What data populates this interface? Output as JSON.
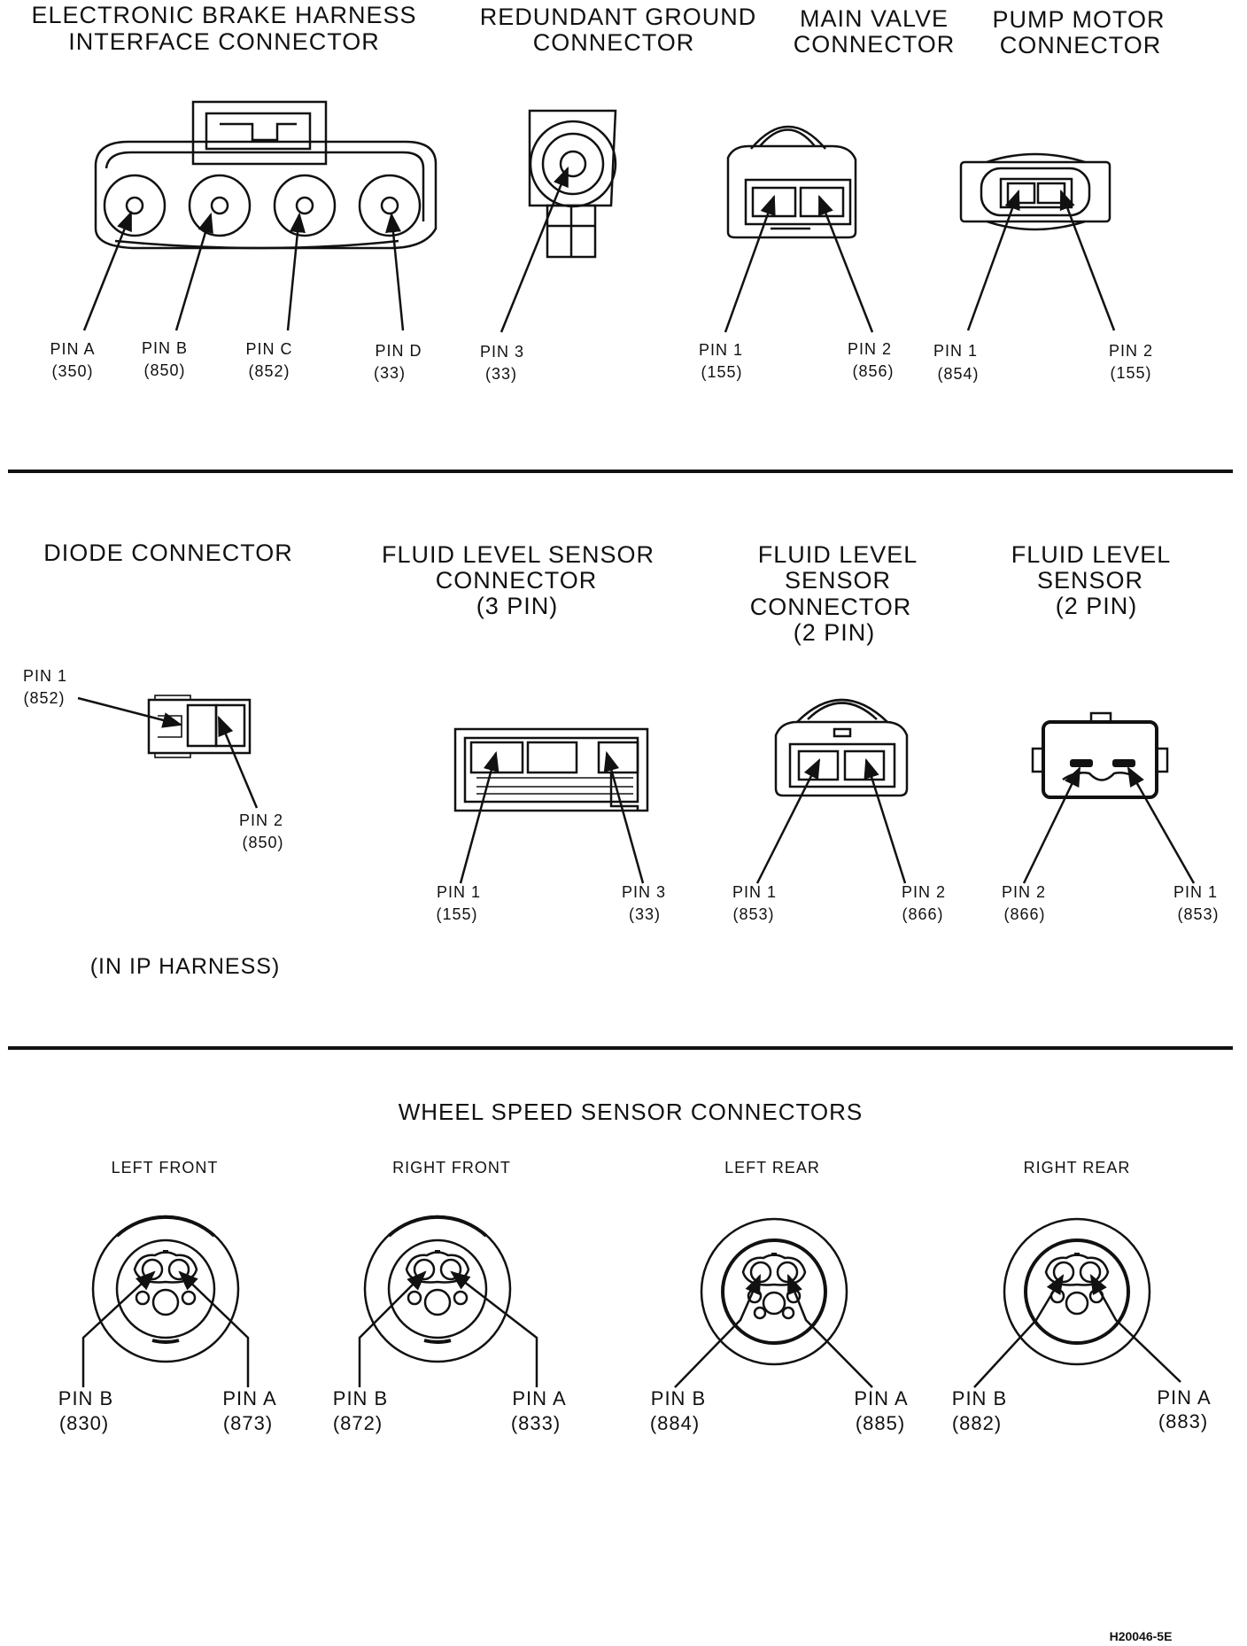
{
  "top": {
    "brake_title": [
      "ELECTRONIC BRAKE HARNESS",
      "INTERFACE CONNECTOR"
    ],
    "ground_title": [
      "REDUNDANT GROUND",
      "CONNECTOR"
    ],
    "valve_title": [
      "MAIN VALVE",
      "CONNECTOR"
    ],
    "pump_title": [
      "PUMP MOTOR",
      "CONNECTOR"
    ],
    "brake_pins": [
      {
        "label": "PIN A",
        "circuit": "(350)"
      },
      {
        "label": "PIN B",
        "circuit": "(850)"
      },
      {
        "label": "PIN C",
        "circuit": "(852)"
      },
      {
        "label": "PIN D",
        "circuit": "(33)"
      }
    ],
    "ground_pins": [
      {
        "label": "PIN 3",
        "circuit": "(33)"
      }
    ],
    "valve_pins": [
      {
        "label": "PIN 1",
        "circuit": "(155)"
      },
      {
        "label": "PIN 2",
        "circuit": "(856)"
      }
    ],
    "pump_pins": [
      {
        "label": "PIN 1",
        "circuit": "(854)"
      },
      {
        "label": "PIN 2",
        "circuit": "(155)"
      }
    ]
  },
  "middle": {
    "diode_title": "DIODE CONNECTOR",
    "fl3_title": [
      "FLUID LEVEL SENSOR",
      "CONNECTOR",
      "(3 PIN)"
    ],
    "fl2c_title": [
      "FLUID LEVEL",
      "SENSOR",
      "CONNECTOR",
      "(2 PIN)"
    ],
    "fl2s_title": [
      "FLUID LEVEL",
      "SENSOR",
      "(2 PIN)"
    ],
    "diode_pins": [
      {
        "label": "PIN 1",
        "circuit": "(852)"
      },
      {
        "label": "PIN 2",
        "circuit": "(850)"
      }
    ],
    "fl3_pins": [
      {
        "label": "PIN 1",
        "circuit": "(155)"
      },
      {
        "label": "PIN 3",
        "circuit": "(33)"
      }
    ],
    "fl2c_pins": [
      {
        "label": "PIN 1",
        "circuit": "(853)"
      },
      {
        "label": "PIN 2",
        "circuit": "(866)"
      }
    ],
    "fl2s_pins": [
      {
        "label": "PIN 2",
        "circuit": "(866)"
      },
      {
        "label": "PIN 1",
        "circuit": "(853)"
      }
    ],
    "harness_note": "(IN IP HARNESS)"
  },
  "bottom": {
    "title": "WHEEL SPEED SENSOR CONNECTORS",
    "sensors": [
      {
        "position": "LEFT FRONT",
        "pin_b": {
          "label": "PIN B",
          "circuit": "(830)"
        },
        "pin_a": {
          "label": "PIN A",
          "circuit": "(873)"
        }
      },
      {
        "position": "RIGHT FRONT",
        "pin_b": {
          "label": "PIN B",
          "circuit": "(872)"
        },
        "pin_a": {
          "label": "PIN A",
          "circuit": "(833)"
        }
      },
      {
        "position": "LEFT REAR",
        "pin_b": {
          "label": "PIN B",
          "circuit": "(884)"
        },
        "pin_a": {
          "label": "PIN A",
          "circuit": "(885)"
        }
      },
      {
        "position": "RIGHT REAR",
        "pin_b": {
          "label": "PIN B",
          "circuit": "(882)"
        },
        "pin_a": {
          "label": "PIN A",
          "circuit": "(883)"
        }
      }
    ]
  },
  "figure_id": "H20046-5E"
}
